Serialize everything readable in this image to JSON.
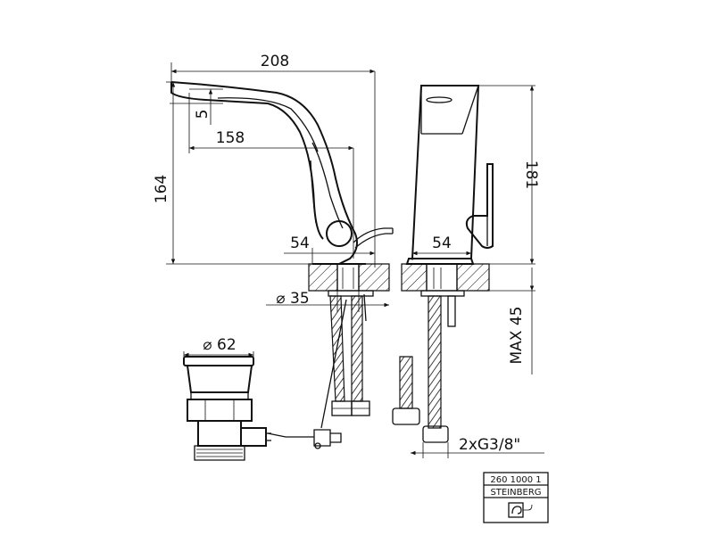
{
  "dimensions": {
    "total_width": "208",
    "spout_drop": "5",
    "spout_reach": "158",
    "height": "164",
    "base_width_side": "54",
    "base_width_front": "54",
    "total_height": "181",
    "hole_diameter": "⌀ 35",
    "max_thickness": "MAX 45",
    "waste_diameter": "⌀ 62",
    "connection": "2xG3/8\""
  },
  "label_box": {
    "code": "260 1000 1",
    "brand": "STEINBERG"
  }
}
